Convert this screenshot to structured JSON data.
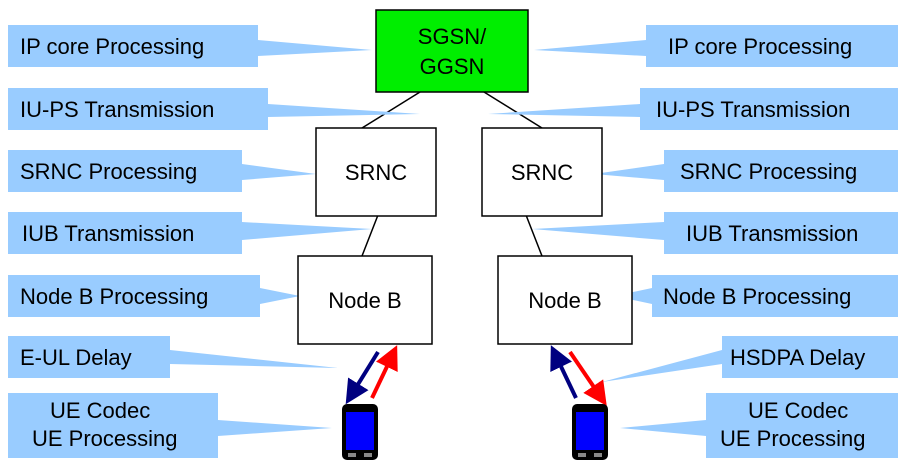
{
  "nodes": {
    "sgsn_line1": "SGSN/",
    "sgsn_line2": "GGSN",
    "srnc_left": "SRNC",
    "srnc_right": "SRNC",
    "nodeb_left": "Node B",
    "nodeb_right": "Node B"
  },
  "callouts_left": {
    "ip_core": "IP core Processing",
    "iu_ps": "IU-PS Transmission",
    "srnc": "SRNC Processing",
    "iub": "IUB Transmission",
    "nodeb": "Node B Processing",
    "delay": "E-UL Delay",
    "ue_line1": "UE Codec",
    "ue_line2": "UE Processing"
  },
  "callouts_right": {
    "ip_core": "IP core Processing",
    "iu_ps": "IU-PS Transmission",
    "srnc": "SRNC Processing",
    "iub": "IUB Transmission",
    "nodeb": "Node B Processing",
    "delay": "HSDPA Delay",
    "ue_line1": "UE Codec",
    "ue_line2": "UE Processing"
  },
  "colors": {
    "callout_fill": "#99ccff",
    "sgsn_fill": "#00ee00",
    "node_stroke": "#000000",
    "uplink_arrow": "#000080",
    "downlink_arrow": "#ff0000",
    "phone_screen": "#0000ff",
    "phone_body": "#000000"
  }
}
